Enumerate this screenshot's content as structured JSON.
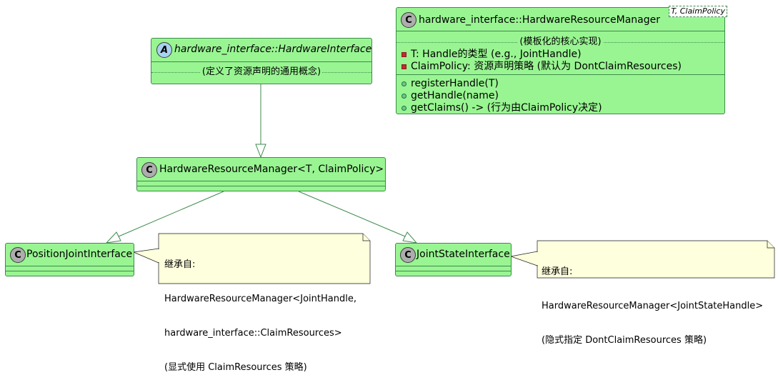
{
  "hardware_interface_class": {
    "stereotype_letter": "A",
    "name": "hardware_interface::HardwareInterface",
    "separator_note": "(定义了资源声明的通用概念)"
  },
  "template_class": {
    "stereotype_letter": "C",
    "name": "hardware_interface::HardwareResourceManager",
    "template_params": "T, ClaimPolicy",
    "separator_note": "(模板化的核心实现)",
    "fields": [
      "T: Handle的类型 (e.g., JointHandle)",
      "ClaimPolicy: 资源声明策略 (默认为 DontClaimResources)"
    ],
    "methods": [
      "registerHandle(T)",
      "getHandle(name)",
      "getClaims() -> (行为由ClaimPolicy决定)"
    ]
  },
  "manager_class": {
    "stereotype_letter": "C",
    "name": "HardwareResourceManager<T, ClaimPolicy>"
  },
  "position_class": {
    "stereotype_letter": "C",
    "name": "PositionJointInterface"
  },
  "jointstate_class": {
    "stereotype_letter": "C",
    "name": "JointStateInterface"
  },
  "position_note": {
    "lines": [
      "继承自:",
      "HardwareResourceManager<JointHandle,",
      "hardware_interface::ClaimResources>",
      "(显式使用 ClaimResources 策略)"
    ]
  },
  "jointstate_note": {
    "lines": [
      "继承自:",
      "HardwareResourceManager<JointStateHandle>",
      "(隐式指定 DontClaimResources 策略)"
    ]
  },
  "colors": {
    "class_fill": "#99f592",
    "class_border": "#3e8b4c",
    "note_fill": "#feffdd",
    "note_border": "#181818",
    "edge": "#3e8b4c"
  }
}
